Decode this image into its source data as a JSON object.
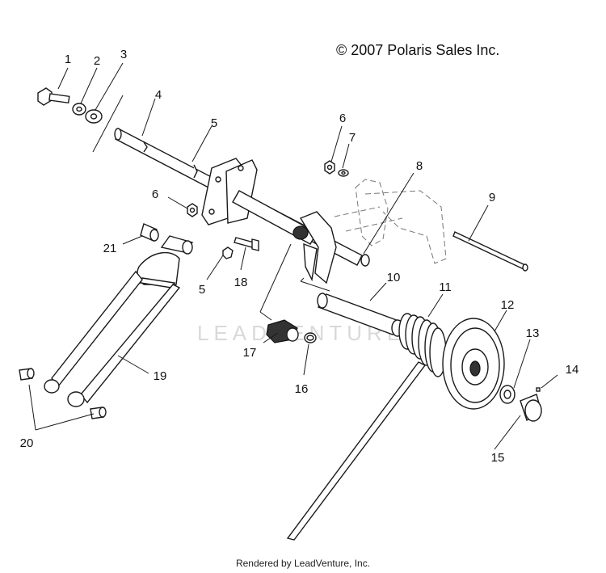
{
  "copyright": "© 2007 Polaris Sales Inc.",
  "footer": "Rendered by LeadVenture, Inc.",
  "watermark": "LEADVENTURE",
  "callouts": {
    "c1": "1",
    "c2": "2",
    "c3": "3",
    "c4": "4",
    "c5a": "5",
    "c5b": "5",
    "c6a": "6",
    "c6b": "6",
    "c7": "7",
    "c8": "8",
    "c9": "9",
    "c10": "10",
    "c11": "11",
    "c12": "12",
    "c13": "13",
    "c14": "14",
    "c15": "15",
    "c16": "16",
    "c17": "17",
    "c18": "18",
    "c19": "19",
    "c20": "20",
    "c21": "21"
  }
}
